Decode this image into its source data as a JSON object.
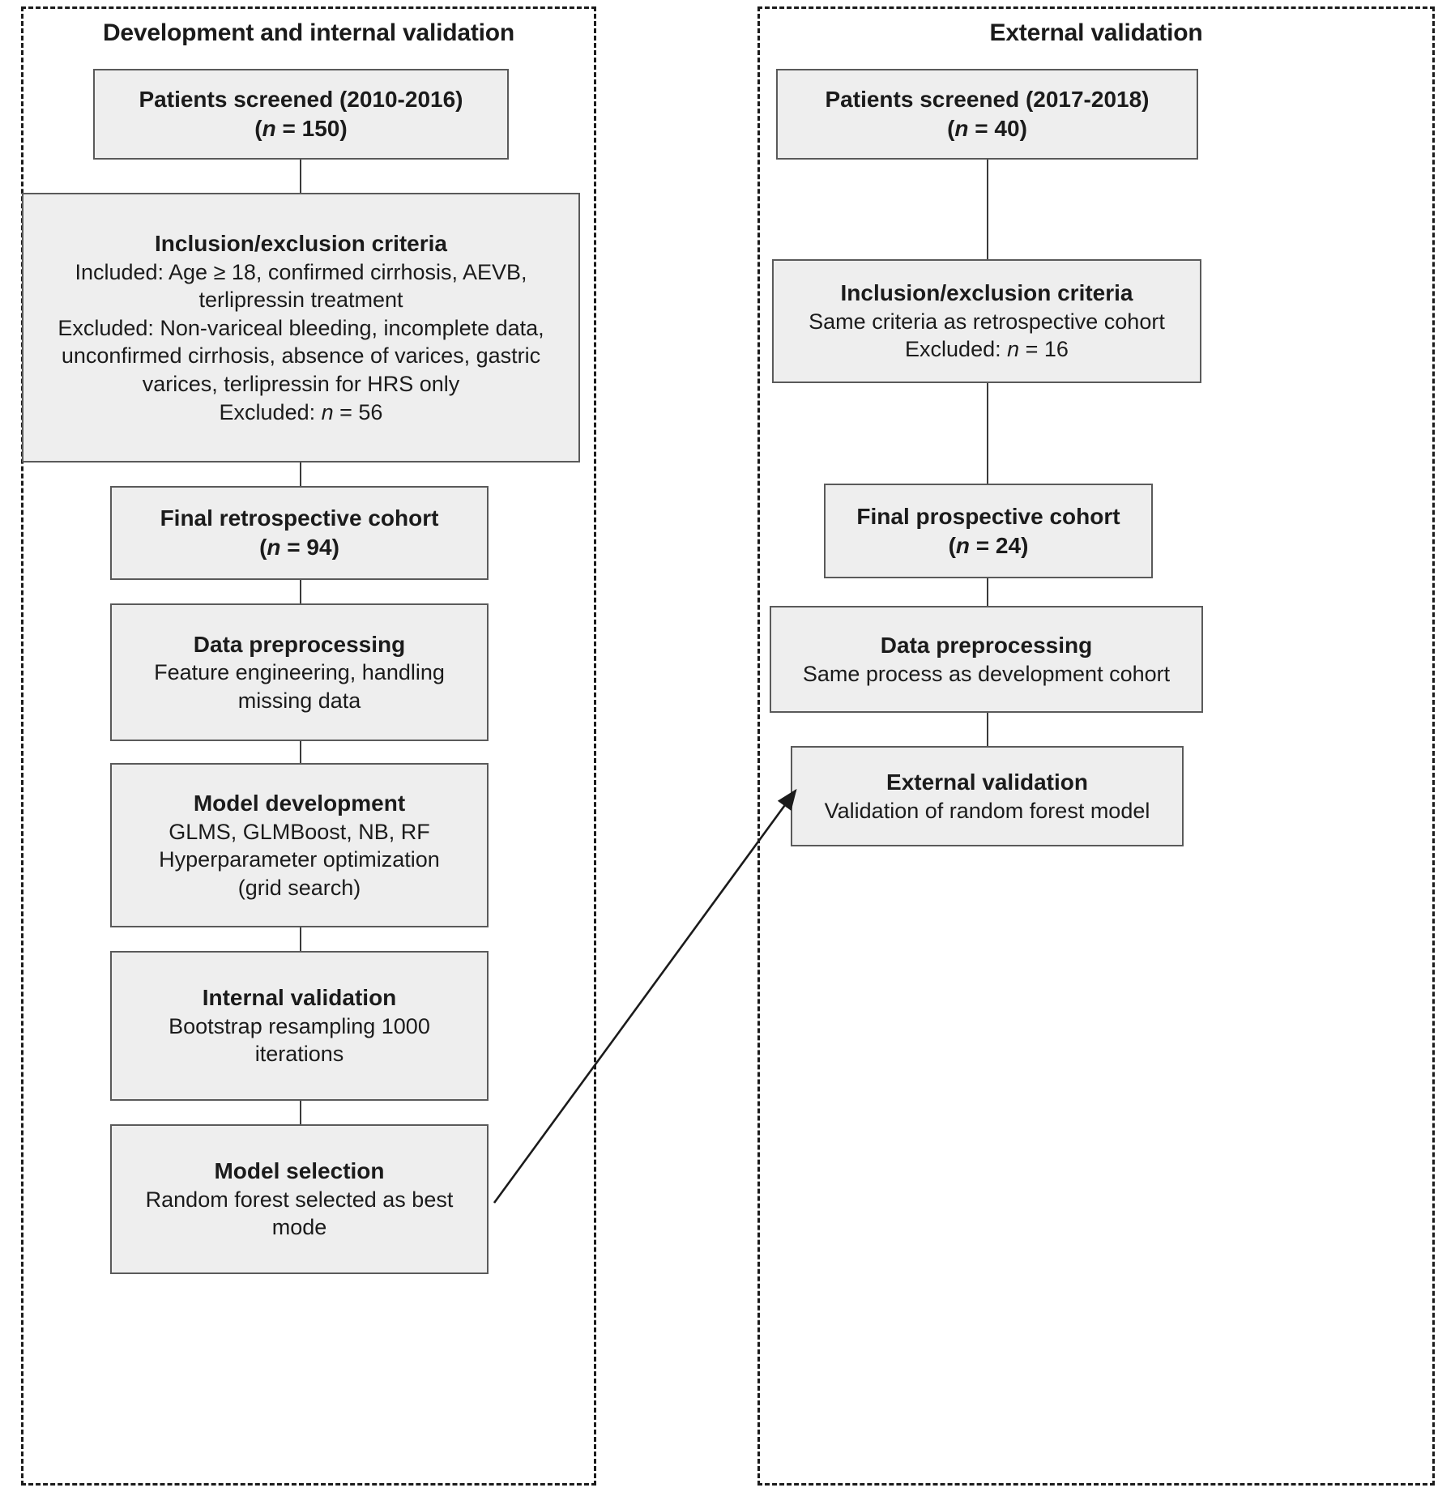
{
  "figure": {
    "type": "flowchart",
    "panels": [
      {
        "id": "development",
        "title": "Development and internal validation",
        "nodes": [
          {
            "name": "patients-screened",
            "heading": "Patients screened (2010-2016)",
            "lines": [
              "(n = 150)"
            ],
            "bold_lines": [
              "(n = 150)"
            ]
          },
          {
            "name": "inclusion-exclusion",
            "heading": "Inclusion/exclusion criteria",
            "lines": [
              "Included: Age ≥ 18, confirmed cirrhosis, AEVB,",
              "terlipressin treatment",
              "Excluded: Non-variceal bleeding, incomplete data,",
              "unconfirmed cirrhosis, absence of varices, gastric",
              "varices, terlipressin for HRS only",
              "Excluded: n = 56"
            ]
          },
          {
            "name": "final-retrospective-cohort",
            "heading": "Final retrospective cohort",
            "lines": [
              "(n = 94)"
            ],
            "bold_lines": [
              "(n = 94)"
            ]
          },
          {
            "name": "data-preprocessing",
            "heading": "Data preprocessing",
            "lines": [
              "Feature engineering, handling",
              "missing data"
            ]
          },
          {
            "name": "model-development",
            "heading": "Model development",
            "lines": [
              "GLMS, GLMBoost, NB, RF",
              "Hyperparameter optimization",
              "(grid search)"
            ]
          },
          {
            "name": "internal-validation",
            "heading": "Internal validation",
            "lines": [
              "Bootstrap resampling 1000",
              "iterations"
            ]
          },
          {
            "name": "model-selection",
            "heading": "Model selection",
            "lines": [
              "Random forest selected as best",
              "mode"
            ]
          }
        ]
      },
      {
        "id": "external",
        "title": "External validation",
        "nodes": [
          {
            "name": "patients-screened",
            "heading": "Patients screened (2017-2018)",
            "lines": [
              "(n = 40)"
            ],
            "bold_lines": [
              "(n = 40)"
            ]
          },
          {
            "name": "inclusion-exclusion",
            "heading": "Inclusion/exclusion criteria",
            "lines": [
              "Same criteria as retrospective cohort",
              "Excluded: n = 16"
            ]
          },
          {
            "name": "final-prospective-cohort",
            "heading": "Final prospective cohort",
            "lines": [
              "(n = 24)"
            ],
            "bold_lines": [
              "(n = 24)"
            ]
          },
          {
            "name": "data-preprocessing",
            "heading": "Data preprocessing",
            "lines": [
              "Same process as development cohort"
            ]
          },
          {
            "name": "external-validation",
            "heading": "External validation",
            "lines": [
              "Validation of random forest model"
            ]
          }
        ]
      }
    ],
    "cross_link": {
      "from": "model-selection",
      "to": "external-validation",
      "style": "diagonal-arrow"
    },
    "colors": {
      "box_fill": "#eeeeee",
      "box_border": "#5a5a5a",
      "panel_border": "#1b1b1b",
      "text": "#1b1b1b",
      "connector": "#3a3a3a"
    }
  }
}
